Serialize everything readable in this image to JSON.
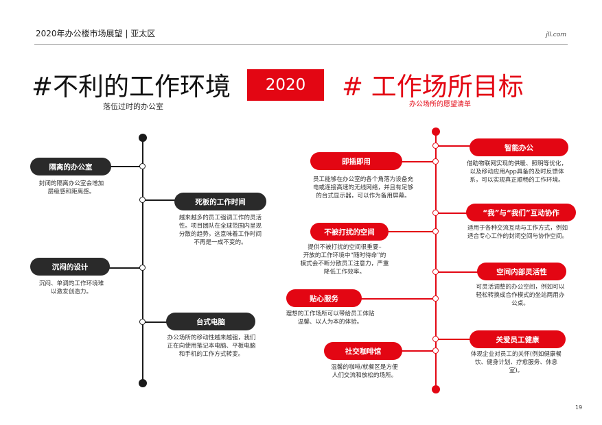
{
  "header": {
    "title": "2020年办公楼市场展望 | 亚太区",
    "url": "jll.com"
  },
  "left_heading": {
    "title": "#不利的工作环境",
    "subtitle": "落伍过时的办公室"
  },
  "year": "2020",
  "right_heading": {
    "title": "# 工作场所目标",
    "subtitle": "办公场所的愿望清单"
  },
  "left_items": [
    {
      "label": "隔离的办公室",
      "desc": "封闭的隔离办公室会增加\n层级感和距离感。"
    },
    {
      "label": "死板的工作时间",
      "desc": "越来越多的员工强调工作的灵活\n性。项目团队在全球范围内呈现\n分散的趋势，这意味着工作时间\n不再是一成不变的。"
    },
    {
      "label": "沉闷的设计",
      "desc": "沉闷、单调的工作环境难\n以激发创造力。"
    },
    {
      "label": "台式电脑",
      "desc": "办公场所的移动性越来越强，我们\n正在向使用笔记本电脑、平板电脑\n和手机的工作方式转变。"
    }
  ],
  "right_items": [
    {
      "label": "智能办公",
      "desc": "借助物联网实现的供暖、照明等优化，\n以及移动应用App具备的及时反馈体\n系，可以实现真正顺畅的工作环境。"
    },
    {
      "label": "即插即用",
      "desc": "员工能够在办公室的各个角落为设备充\n电或连接高速的无线网络，并且有足够\n的台式显示器，可以作为备用屏幕。"
    },
    {
      "label": "“我”与“我们”互动协作",
      "desc": "适用于各种交流互动与工作方式，例如\n适合专心工作的封闭空间与协作空间。"
    },
    {
      "label": "不被打扰的空间",
      "desc": "提供不被打扰的空间很重要–\n开放的工作环境中“随时待命”的\n模式会不断分散员工注意力，严重\n降低工作效率。"
    },
    {
      "label": "空间内部灵活性",
      "desc": "可灵活调整的办公空间，例如可以\n轻松转换成合作模式的坐站两用办\n公桌。"
    },
    {
      "label": "贴心服务",
      "desc": "理想的工作场所可以带给员工体贴\n温馨、以人为本的体验。"
    },
    {
      "label": "关爱员工健康",
      "desc": "体现企业对员工的关怀(例如健康餐\n饮、健身计划、疗愈服务、休息\n室)。"
    },
    {
      "label": "社交咖啡馆",
      "desc": "温馨的咖啡/就餐区是方便\n人们交流和放松的场所。"
    }
  ],
  "page_number": "19"
}
